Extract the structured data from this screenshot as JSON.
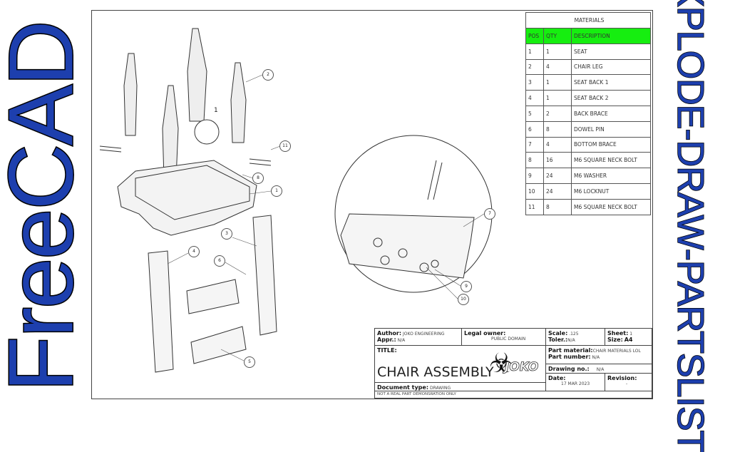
{
  "side_titles": {
    "left": "FreeCAD",
    "right": "EXPLODE-DRAW-PARTSLIST"
  },
  "materials": {
    "title": "MATERIALS",
    "headers": [
      "POS",
      "QTY",
      "DESCRIPTION"
    ],
    "header_color": "#16ee10",
    "rows": [
      [
        "1",
        "1",
        "SEAT"
      ],
      [
        "2",
        "4",
        "CHAIR LEG"
      ],
      [
        "3",
        "1",
        "SEAT BACK 1"
      ],
      [
        "4",
        "1",
        "SEAT BACK 2"
      ],
      [
        "5",
        "2",
        "BACK BRACE"
      ],
      [
        "6",
        "8",
        "DOWEL PIN"
      ],
      [
        "7",
        "4",
        "BOTTOM BRACE"
      ],
      [
        "8",
        "16",
        "M6 SQUARE NECK BOLT"
      ],
      [
        "9",
        "24",
        "M6 WASHER"
      ],
      [
        "10",
        "24",
        "M6 LOCKNUT"
      ],
      [
        "11",
        "8",
        "M6 SQUARE NECK BOLT"
      ]
    ]
  },
  "callouts": [
    "2",
    "11",
    "8",
    "1",
    "3",
    "4",
    "6",
    "5",
    "7",
    "9",
    "10"
  ],
  "detail_label": "1",
  "title_block": {
    "author_label": "Author:",
    "author": "JOKO ENGINEERING",
    "appr_label": "Appr.:",
    "appr": "N/A",
    "legal_label": "Legal owner:",
    "legal": "PUBLIC DOMAIN",
    "scale_label": "Scale:",
    "scale": ".125",
    "toler_label": "Toler.:",
    "toler": "N/A",
    "sheet_label": "Sheet:",
    "sheet": "1",
    "size_label": "Size:",
    "size": "A4",
    "title_label": "TITLE:",
    "title": "CHAIR ASSEMBLY",
    "logo_text": "JOKO",
    "part_material_label": "Part material:",
    "part_material": "CHAIR MATERIALS LOL",
    "part_number_label": "Part number:",
    "part_number": "N/A",
    "drawing_no_label": "Drawing no.:",
    "drawing_no": "N/A",
    "date_label": "Date:",
    "date": "17 MAR 2023",
    "revision_label": "Revision:",
    "revision": "-",
    "doc_type_label": "Document type:",
    "doc_type": "DRAWING",
    "note": "NOT A REAL PART DEMONSRATION ONLY"
  }
}
